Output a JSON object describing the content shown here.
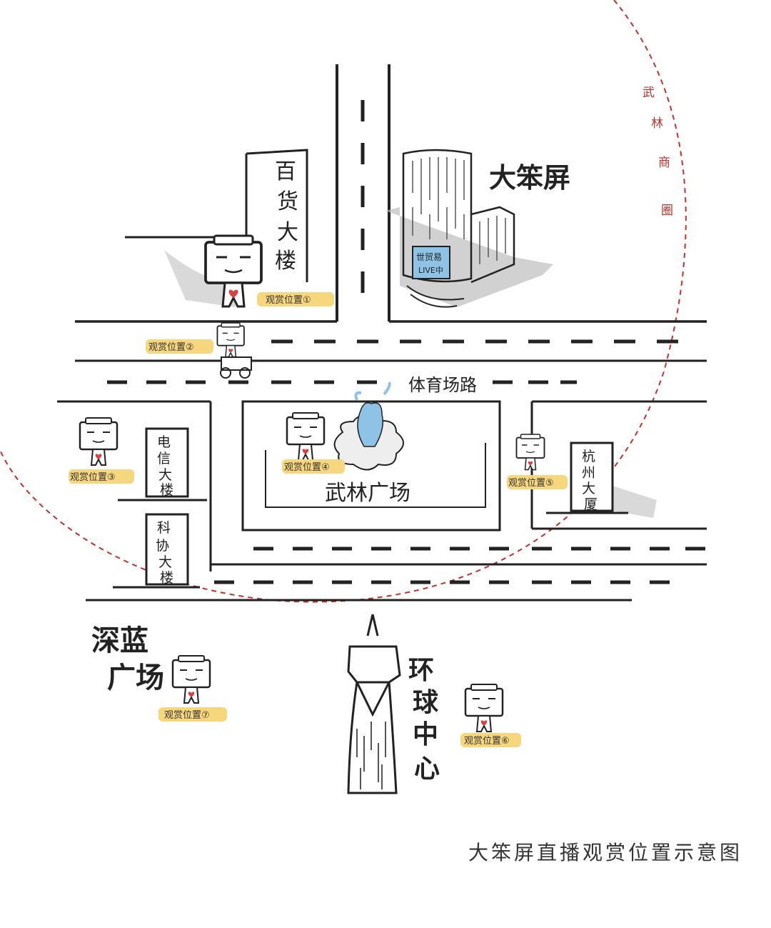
{
  "zone": {
    "label_chars": [
      "武",
      "林",
      "商",
      "圈"
    ],
    "color": "#c0322b"
  },
  "road": {
    "name": "体育场路"
  },
  "buildings": {
    "baihuo": [
      "百",
      "货",
      "大",
      "楼"
    ],
    "dabenping": "大笨屏",
    "sign": {
      "line1": "世贸易",
      "line2": "LIVE中"
    },
    "dianxin": [
      "电",
      "信",
      "大",
      "楼"
    ],
    "kexie": [
      "科",
      "协",
      "大",
      "楼"
    ],
    "hangzhou": [
      "杭",
      "州",
      "大",
      "厦"
    ],
    "wulin_square": "武林广场",
    "shenlan": {
      "line1": "深蓝",
      "line2": "广场"
    },
    "huanqiu": [
      "环",
      "球",
      "中",
      "心"
    ]
  },
  "viewing_spots": [
    {
      "label": "观赏位置①"
    },
    {
      "label": "观赏位置②"
    },
    {
      "label": "观赏位置③"
    },
    {
      "label": "观赏位置④"
    },
    {
      "label": "观赏位置⑤"
    },
    {
      "label": "观赏位置⑥"
    },
    {
      "label": "观赏位置⑦"
    }
  ],
  "colors": {
    "highlight": "#f6d77e",
    "fountain": "#8fc3e6",
    "ink": "#222222"
  },
  "caption": "大笨屏直播观赏位置示意图"
}
